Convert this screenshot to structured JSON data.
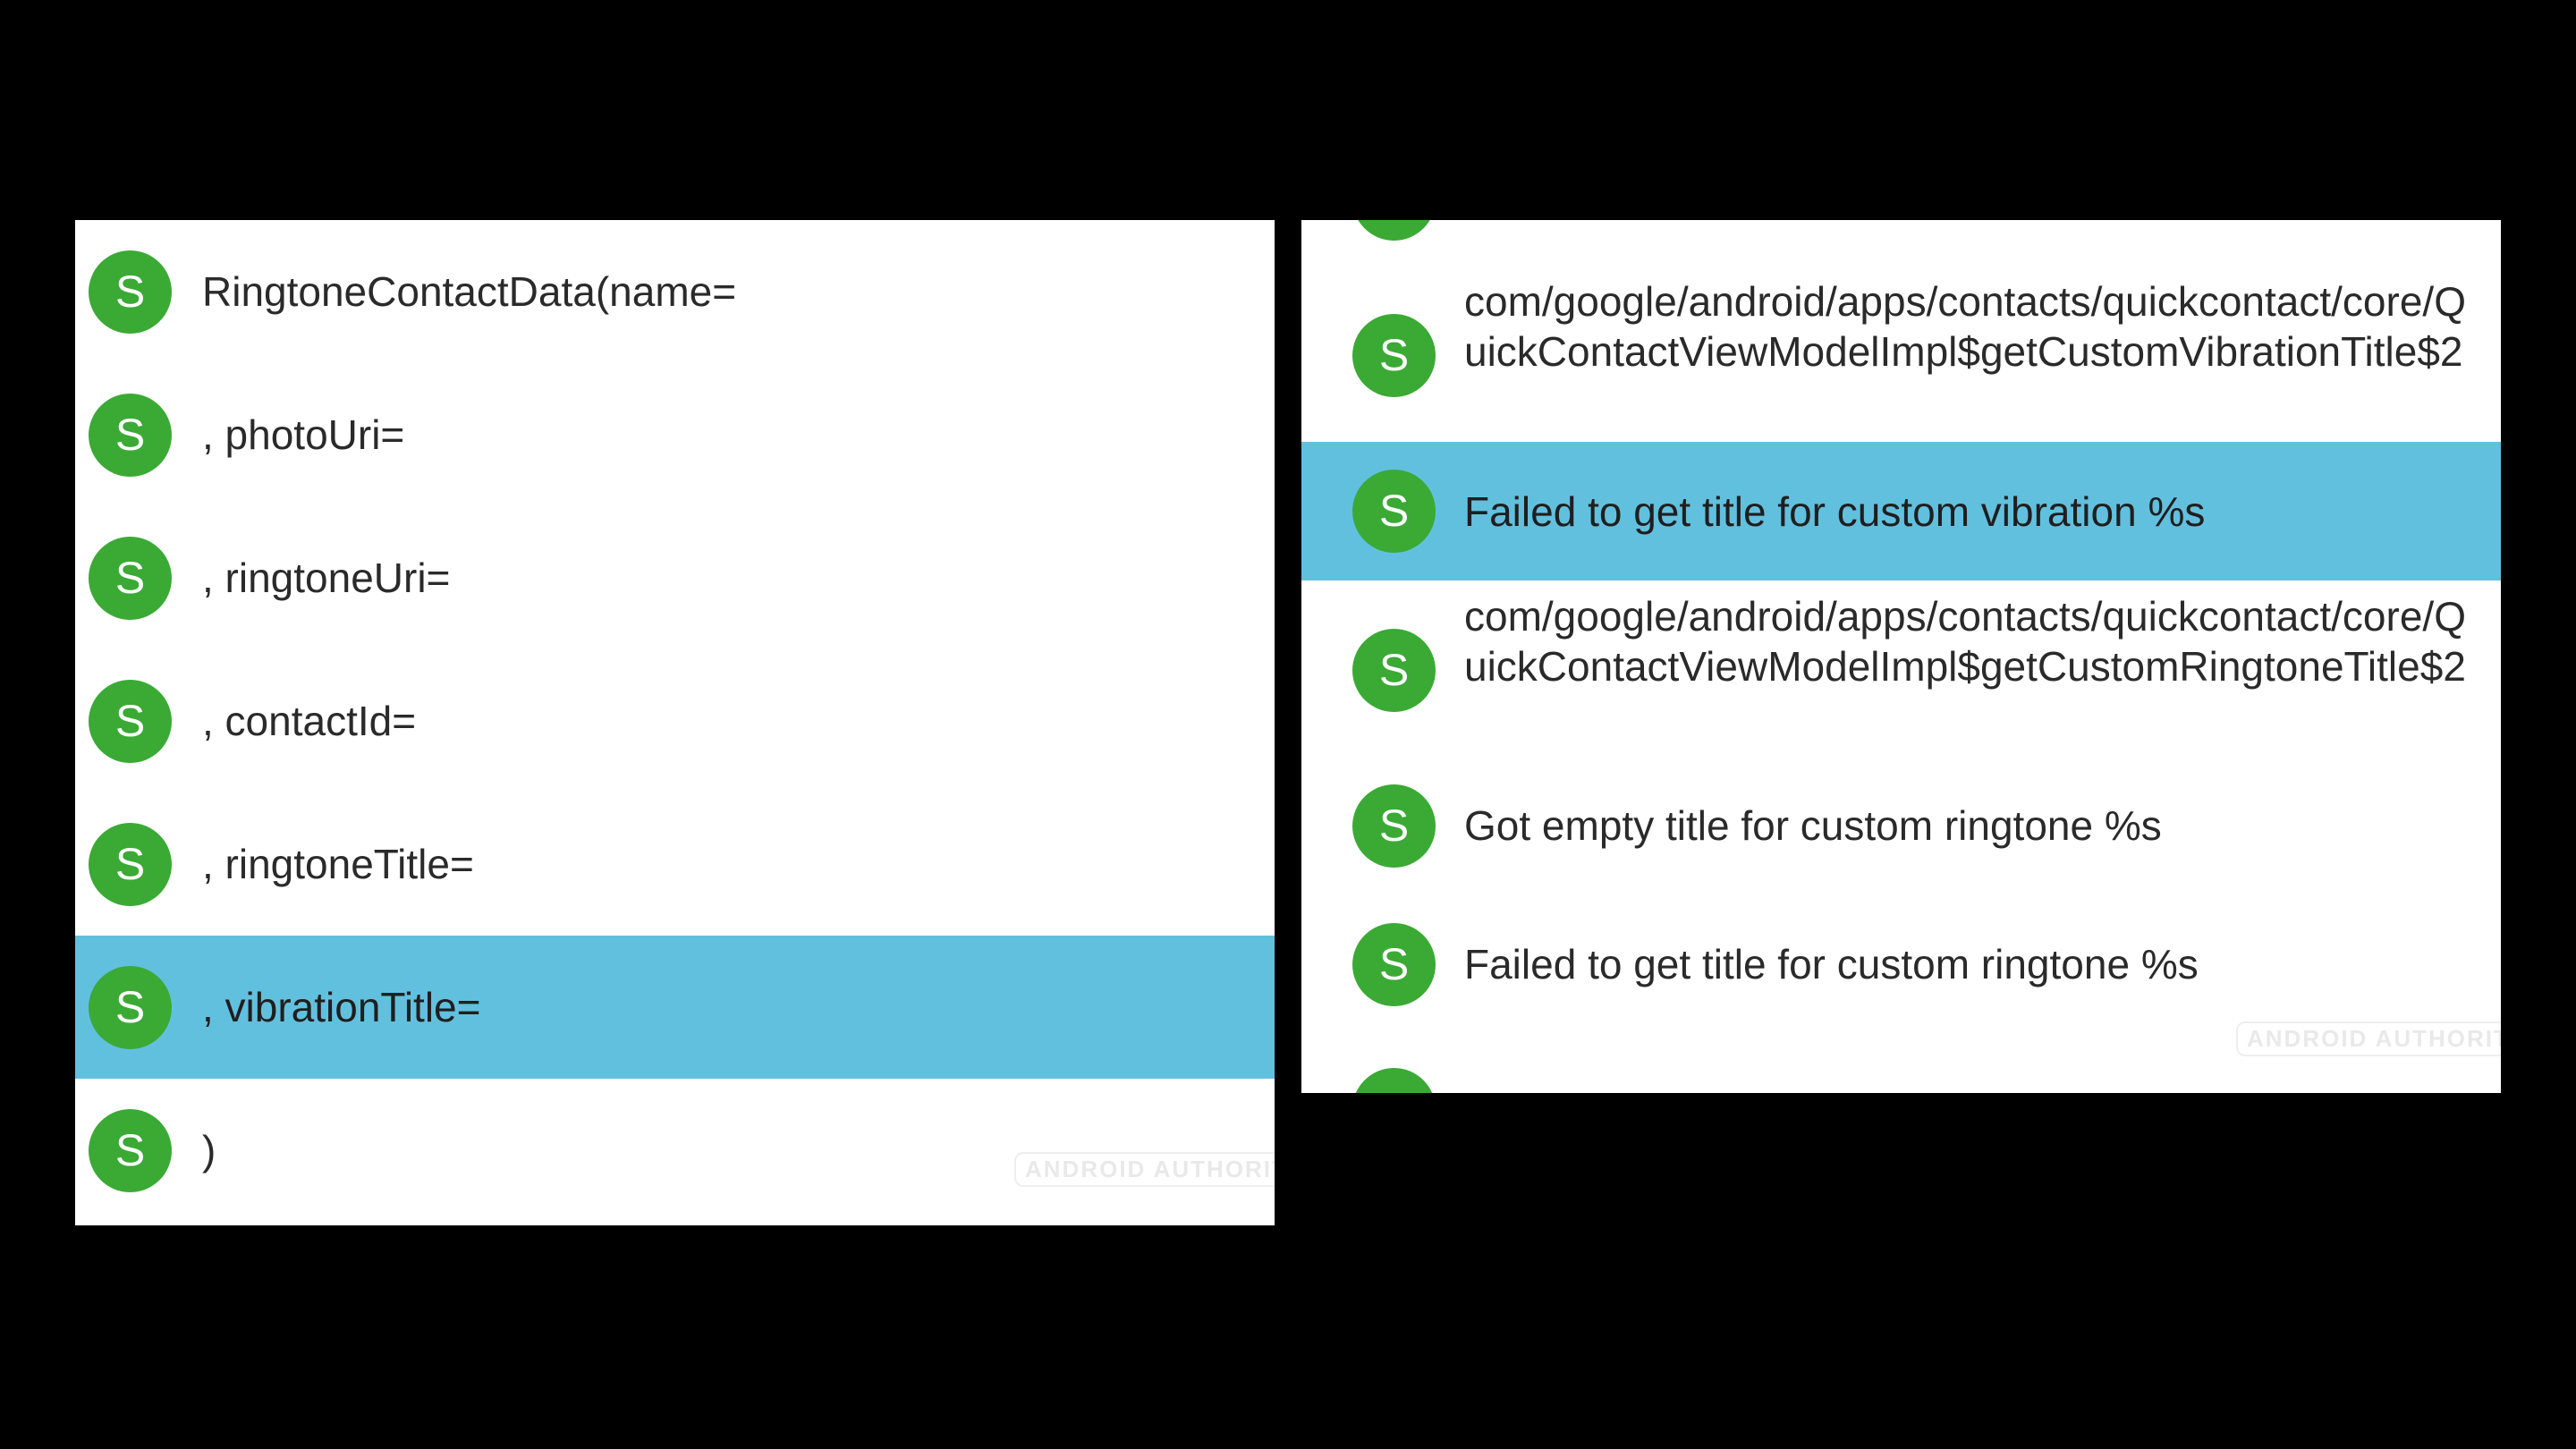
{
  "left_panel": {
    "items": [
      {
        "icon_letter": "S",
        "text": "RingtoneContactData(name="
      },
      {
        "icon_letter": "S",
        "text": ", photoUri="
      },
      {
        "icon_letter": "S",
        "text": ", ringtoneUri="
      },
      {
        "icon_letter": "S",
        "text": ", contactId="
      },
      {
        "icon_letter": "S",
        "text": ", ringtoneTitle="
      },
      {
        "icon_letter": "S",
        "text": ", vibrationTitle=",
        "selected": true
      },
      {
        "icon_letter": "S",
        "text": ")"
      }
    ],
    "watermark": "ANDROID AUTHORITY"
  },
  "right_panel": {
    "items": [
      {
        "icon_letter": "S",
        "text": "com/google/android/apps/contacts/quickcontact/core/QuickContactViewModelImpl$getCustomVibrationTitle$2"
      },
      {
        "icon_letter": "S",
        "text": "Failed to get title for custom vibration %s",
        "selected": true
      },
      {
        "icon_letter": "S",
        "text": "com/google/android/apps/contacts/quickcontact/core/QuickContactViewModelImpl$getCustomRingtoneTitle$2"
      },
      {
        "icon_letter": "S",
        "text": "Got empty title for custom ringtone %s"
      },
      {
        "icon_letter": "S",
        "text": "Failed to get title for custom ringtone %s"
      }
    ],
    "watermark": "ANDROID AUTHORITY"
  },
  "colors": {
    "background": "#000000",
    "panel": "#ffffff",
    "selection": "#62c0df",
    "badge": "#3aaa35",
    "text": "#2a2a2a"
  }
}
